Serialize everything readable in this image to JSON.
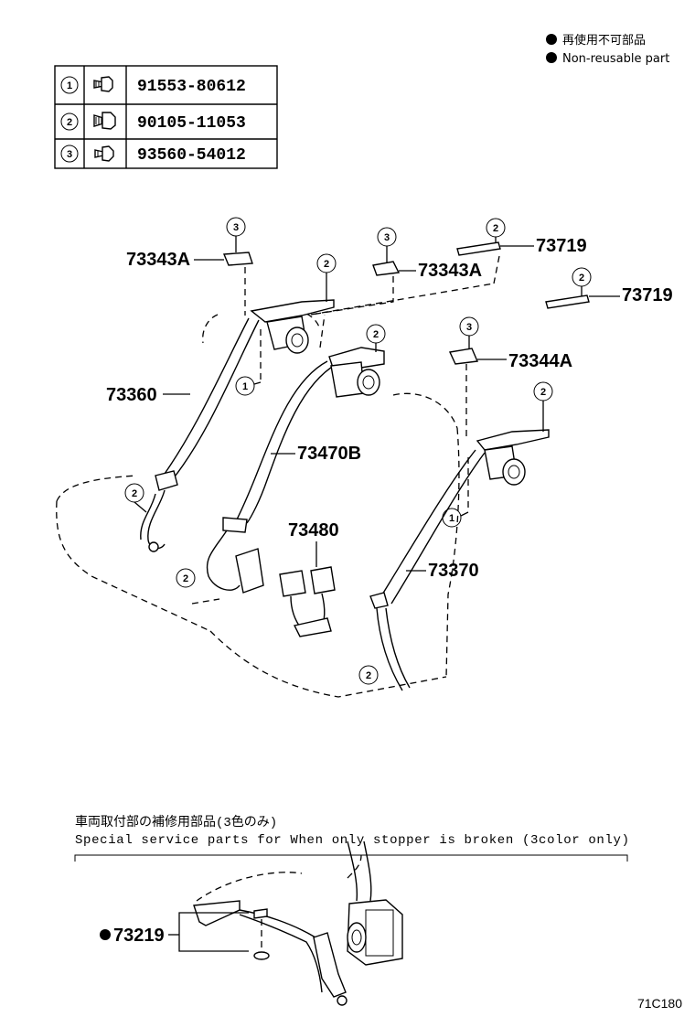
{
  "legend": {
    "line_jp": "再使用不可部品",
    "line_en": "Non-reusable part"
  },
  "parts_table": [
    {
      "index": "1",
      "icon": "bolt-icon",
      "part_no": "91553-80612"
    },
    {
      "index": "2",
      "icon": "bolt-icon",
      "part_no": "90105-11053"
    },
    {
      "index": "3",
      "icon": "screw-icon",
      "part_no": "93560-54012"
    }
  ],
  "callouts": {
    "p73343A_left": "73343A",
    "p73343A_right": "73343A",
    "p73719_top": "73719",
    "p73719_mid": "73719",
    "p73344A": "73344A",
    "p73360": "73360",
    "p73470B": "73470B",
    "p73480": "73480",
    "p73370": "73370",
    "p73219": "73219"
  },
  "circle_labels": {
    "one": "1",
    "two": "2",
    "three": "3"
  },
  "special_note": {
    "line_jp": "車両取付部の補修用部品(3色のみ)",
    "line_en": "Special service parts for When only stopper is broken (3color only)"
  },
  "figure_code": "71C180"
}
